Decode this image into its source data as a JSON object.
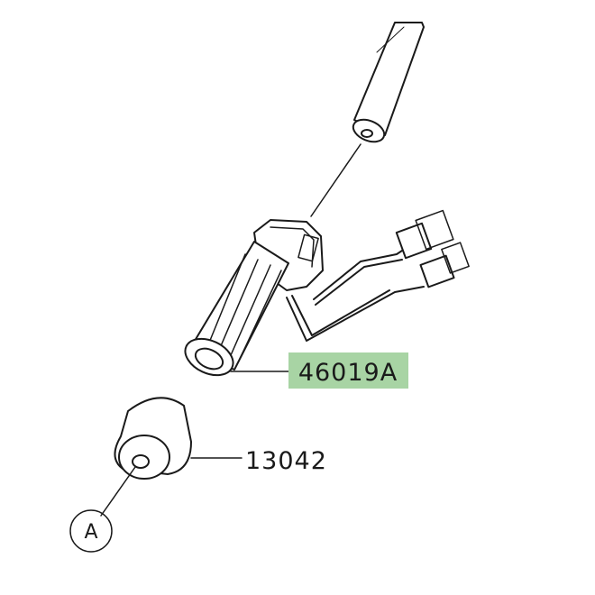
{
  "diagram": {
    "parts": [
      {
        "number": "46019A",
        "highlighted": true
      },
      {
        "number": "13042",
        "highlighted": false
      }
    ],
    "callout": "A",
    "highlight_color": "#a8d4a4",
    "line_color": "#1a1a1a"
  }
}
